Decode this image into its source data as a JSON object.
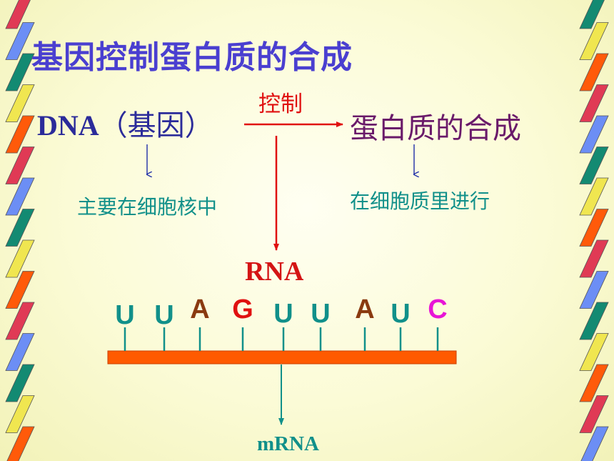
{
  "title": "基因控制蛋白质的合成",
  "dna_label": "DNA",
  "gene_label": "（基因）",
  "control_label": "控制",
  "protein_label": "蛋白质的合成",
  "nucleus_note": "主要在细胞核中",
  "cytoplasm_note": "在细胞质里进行",
  "rna_label": "RNA",
  "mrna_label": "mRNA",
  "bases": [
    "U",
    "U",
    "A",
    "G",
    "U",
    "U",
    "A",
    "U",
    "C"
  ],
  "colors": {
    "U": "#11908a",
    "A": "#8a3a10",
    "G": "#e01010",
    "C": "#e815d6",
    "backbone": "#ff5a00",
    "arrow_red": "#e01010",
    "arrow_blue": "#1f2fa8",
    "teal": "#11908a"
  },
  "border_palette": [
    "#e03a55",
    "#6c8ef5",
    "#138a72",
    "#f0e650",
    "#ff5a0a"
  ]
}
